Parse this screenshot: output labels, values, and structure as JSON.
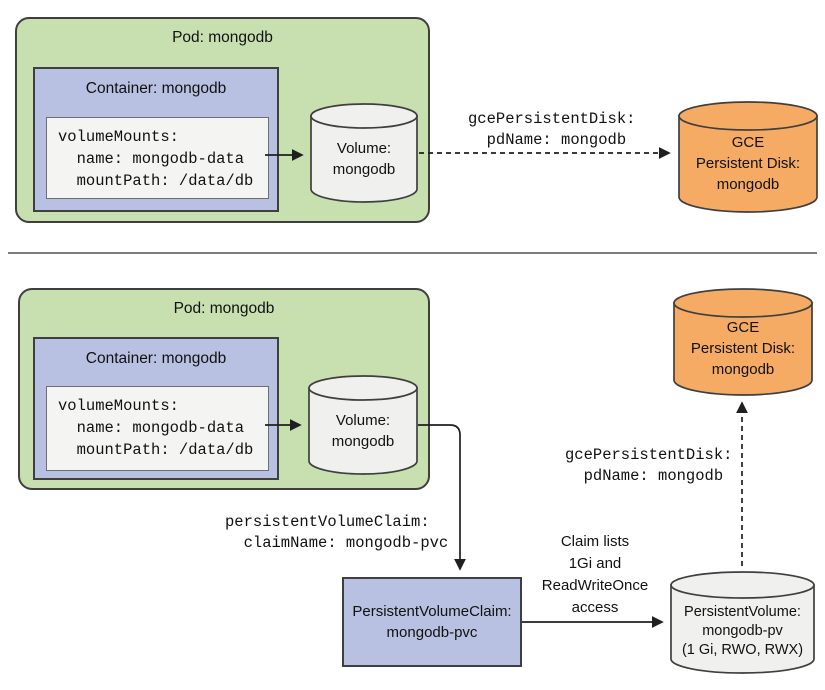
{
  "colors": {
    "pod_fill": "#c8e0b0",
    "container_fill": "#b8c1e1",
    "code_fill": "#f4f4f2",
    "cylinder_fill": "#f0f0ee",
    "disk_fill": "#f5ab64",
    "border_dark": "#3f3f3f",
    "line_color": "#1f1f1f",
    "text_color": "#111111",
    "divider_color": "#7d7d7d"
  },
  "top": {
    "pod_title": "Pod: mongodb",
    "container_title": "Container: mongodb",
    "volume_mounts_code": "volumeMounts:\n  name: mongodb-data\n  mountPath: /data/db",
    "volume_label": "Volume:\nmongodb",
    "gce_ref_label": "gcePersistentDisk:\n  pdName: mongodb",
    "gce_disk_label": "GCE\nPersistent Disk:\nmongodb"
  },
  "bottom": {
    "pod_title": "Pod: mongodb",
    "container_title": "Container: mongodb",
    "volume_mounts_code": "volumeMounts:\n  name: mongodb-data\n  mountPath: /data/db",
    "volume_label": "Volume:\nmongodb",
    "pvc_ref_label": "persistentVolumeClaim:\n  claimName: mongodb-pvc",
    "pvc_box_label": "PersistentVolumeClaim:\nmongodb-pvc",
    "claim_note": "Claim lists\n1Gi and\nReadWriteOnce\naccess",
    "pv_label": "PersistentVolume:\nmongodb-pv\n(1 Gi, RWO, RWX)",
    "gce_ref_label": "gcePersistentDisk:\n  pdName: mongodb",
    "gce_disk_label": "GCE\nPersistent Disk:\nmongodb"
  }
}
